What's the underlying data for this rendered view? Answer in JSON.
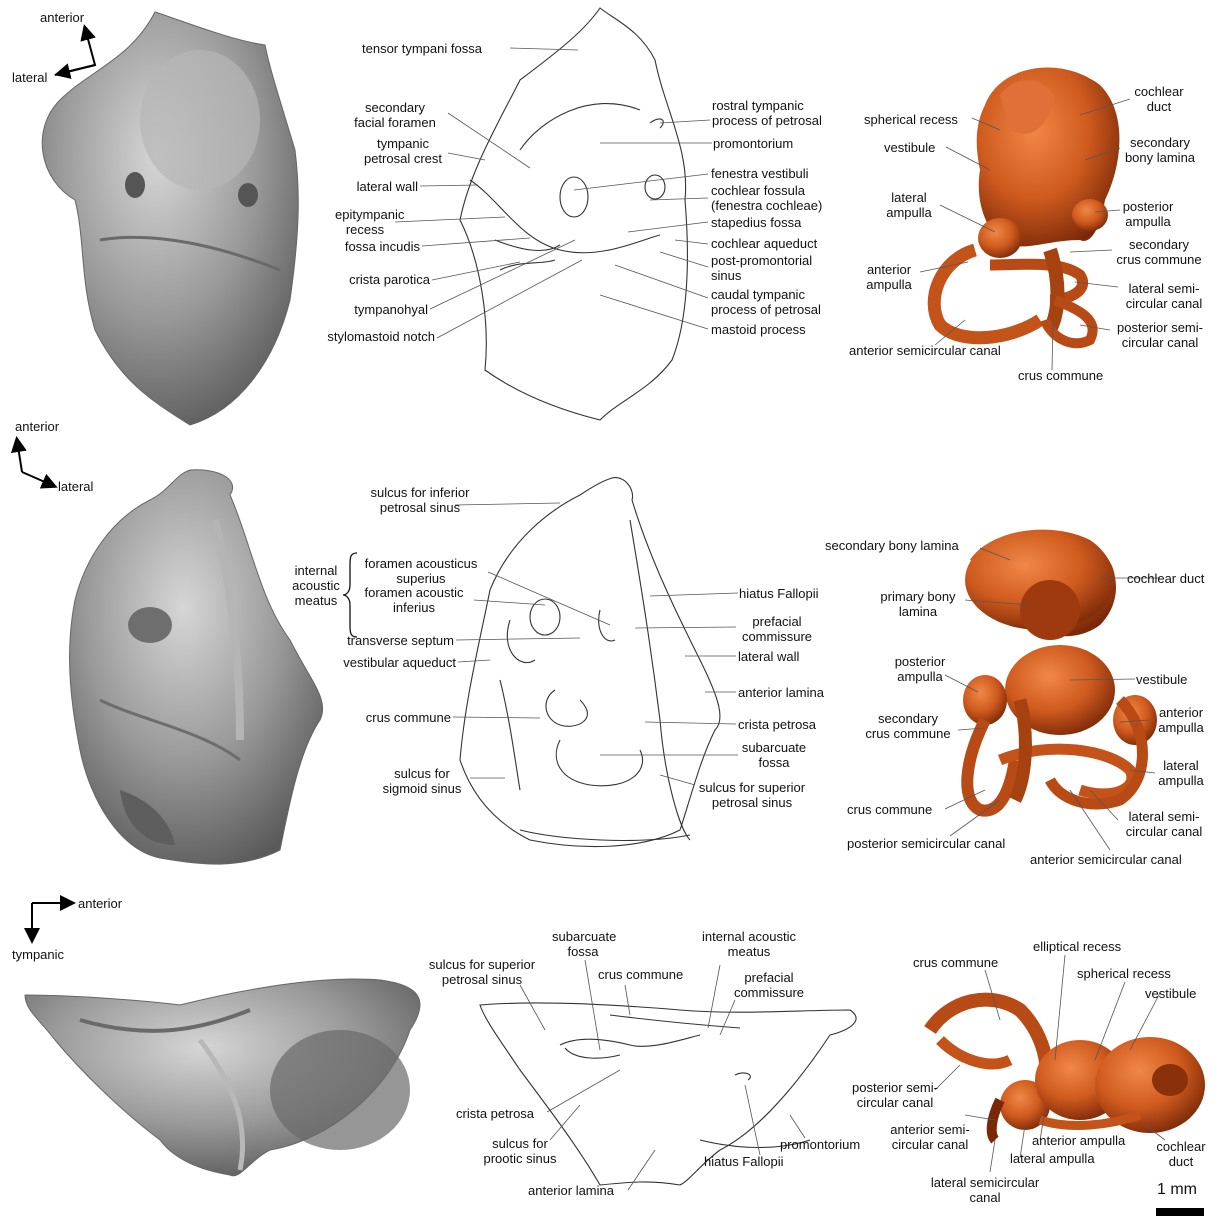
{
  "orientation": {
    "row1": {
      "vertical": "anterior",
      "horizontal": "lateral"
    },
    "row2": {
      "vertical": "anterior",
      "horizontal": "lateral"
    },
    "row3": {
      "horizontal": "anterior",
      "vertical": "tympanic"
    }
  },
  "row1": {
    "line_labels": {
      "tensor_tympani_fossa": "tensor tympani fossa",
      "secondary_facial_foramen": "secondary\nfacial foramen",
      "tympanic_petrosal_crest": "tympanic\npetrosal crest",
      "lateral_wall": "lateral wall",
      "epitympanic_recess": "epitympanic\nrecess",
      "fossa_incudis": "fossa incudis",
      "crista_parotica": "crista parotica",
      "tympanohyal": "tympanohyal",
      "stylomastoid_notch": "stylomastoid notch",
      "rostral_tympanic_process": "rostral tympanic\nprocess of petrosal",
      "promontorium": "promontorium",
      "fenestra_vestibuli": "fenestra vestibuli",
      "cochlear_fossula": "cochlear fossula\n(fenestra cochleae)",
      "stapedius_fossa": "stapedius fossa",
      "cochlear_aqueduct": "cochlear aqueduct",
      "post_promontorial_sinus": "post-promontorial\nsinus",
      "caudal_tympanic_process": "caudal tympanic\nprocess of petrosal",
      "mastoid_process": "mastoid process"
    },
    "ear_labels": {
      "spherical_recess": "spherical recess",
      "vestibule": "vestibule",
      "lateral_ampulla": "lateral\nampulla",
      "anterior_ampulla": "anterior\nampulla",
      "anterior_semicircular_canal": "anterior semicircular canal",
      "cochlear_duct": "cochlear\nduct",
      "secondary_bony_lamina": "secondary\nbony lamina",
      "posterior_ampulla": "posterior\nampulla",
      "secondary_crus_commune": "secondary\ncrus commune",
      "lateral_semicircular_canal": "lateral semi-\ncircular canal",
      "posterior_semicircular_canal": "posterior semi-\ncircular canal",
      "crus_commune": "crus commune"
    }
  },
  "row2": {
    "line_labels": {
      "sulcus_inferior_petrosal": "sulcus for inferior\npetrosal sinus",
      "internal_acoustic_meatus": "internal\nacoustic\nmeatus",
      "foramen_superius": "foramen acousticus\nsuperius",
      "foramen_inferius": "foramen acoustic\ninferius",
      "transverse_septum": "transverse septum",
      "vestibular_aqueduct": "vestibular aqueduct",
      "crus_commune": "crus commune",
      "sulcus_sigmoid": "sulcus for\nsigmoid sinus",
      "hiatus_fallopii": "hiatus Fallopii",
      "prefacial_commissure": "prefacial\ncommissure",
      "lateral_wall": "lateral wall",
      "anterior_lamina": "anterior lamina",
      "crista_petrosa": "crista petrosa",
      "subarcuate_fossa": "subarcuate\nfossa",
      "sulcus_superior_petrosal": "sulcus for superior\npetrosal sinus"
    },
    "ear_labels": {
      "secondary_bony_lamina": "secondary bony lamina",
      "cochlear_duct": "cochlear duct",
      "primary_bony_lamina": "primary bony\nlamina",
      "posterior_ampulla": "posterior\nampulla",
      "vestibule": "vestibule",
      "secondary_crus_commune": "secondary\ncrus commune",
      "anterior_ampulla": "anterior\nampulla",
      "lateral_ampulla": "lateral\nampulla",
      "crus_commune": "crus commune",
      "lateral_semicircular_canal": "lateral semi-\ncircular canal",
      "posterior_semicircular_canal": "posterior semicircular canal",
      "anterior_semicircular_canal": "anterior semicircular canal"
    }
  },
  "row3": {
    "line_labels": {
      "sulcus_superior_petrosal": "sulcus for superior\npetrosal sinus",
      "subarcuate_fossa": "subarcuate\nfossa",
      "crus_commune": "crus commune",
      "internal_acoustic_meatus": "internal acoustic\nmeatus",
      "prefacial_commissure": "prefacial\ncommissure",
      "crista_petrosa": "crista petrosa",
      "sulcus_prootic": "sulcus for\nprootic sinus",
      "anterior_lamina": "anterior lamina",
      "hiatus_fallopii": "hiatus Fallopii",
      "promontorium": "promontorium"
    },
    "ear_labels": {
      "crus_commune": "crus commune",
      "elliptical_recess": "elliptical recess",
      "spherical_recess": "spherical recess",
      "vestibule": "vestibule",
      "posterior_semicircular_canal": "posterior semi-\ncircular canal",
      "anterior_semicircular_canal": "anterior semi-\ncircular canal",
      "anterior_ampulla": "anterior ampulla",
      "lateral_ampulla": "lateral ampulla",
      "cochlear_duct": "cochlear\nduct",
      "lateral_semicircular_canal": "lateral semicircular\ncanal"
    }
  },
  "scale_bar": {
    "label": "1 mm"
  },
  "colors": {
    "bone_light": "#c9c9c9",
    "bone_mid": "#8f8f8f",
    "bone_dark": "#555555",
    "endocast_light": "#e06a2c",
    "endocast_dark": "#8c2f0b",
    "line": "#444444"
  }
}
